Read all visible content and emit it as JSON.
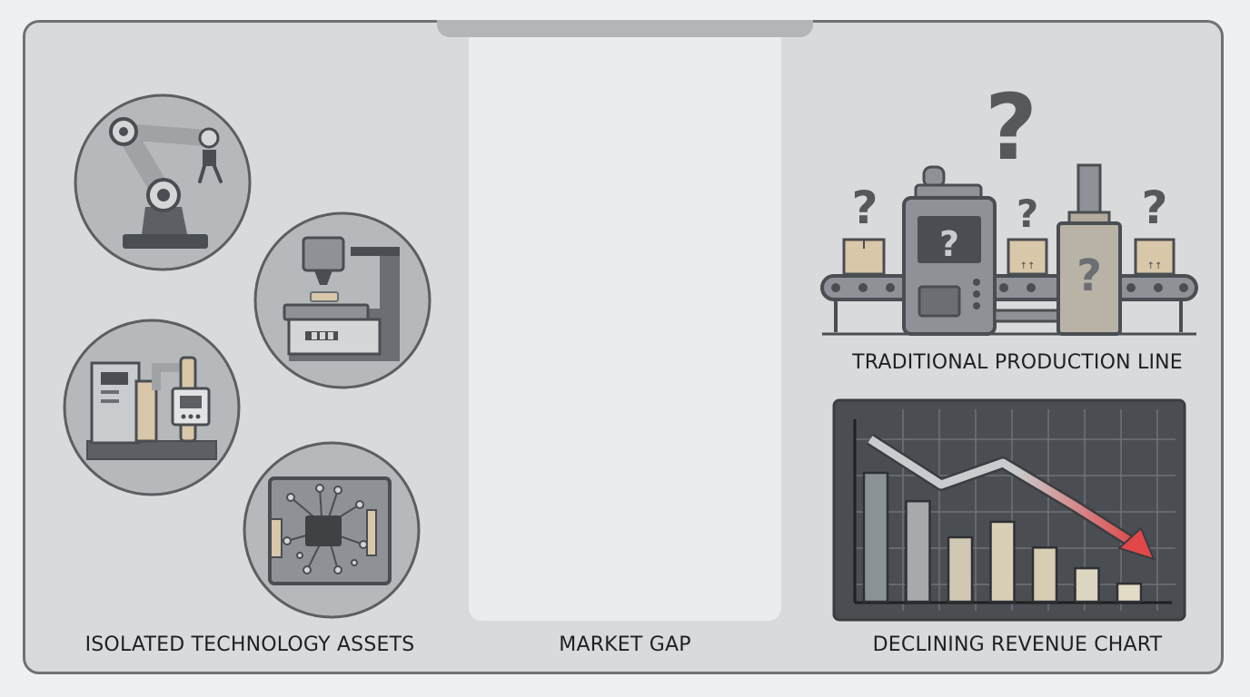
{
  "captions": {
    "left": "ISOLATED TECHNOLOGY ASSETS",
    "middle": "MARKET GAP",
    "production_line": "TRADITIONAL PRODUCTION LINE",
    "revenue_chart": "DECLINING REVENUE CHART"
  },
  "icons": {
    "asset_1": "robotic-arm-icon",
    "asset_2": "cnc-machine-icon",
    "asset_3": "industrial-equipment-icon",
    "asset_4": "circuit-board-icon",
    "production": "conveyor-line-icon",
    "chart": "declining-chart-icon"
  },
  "question_mark": "?",
  "colors": {
    "background": "#eef0f1",
    "panel": "#d8dadb",
    "gap": "#eaecee",
    "dark": "#4a4e52",
    "trend_arrow": "#e0484a"
  },
  "chart_data": {
    "type": "bar",
    "bars_relative": [
      1.0,
      0.78,
      0.5,
      0.62,
      0.42,
      0.26,
      0.14
    ],
    "trend": "declining"
  }
}
